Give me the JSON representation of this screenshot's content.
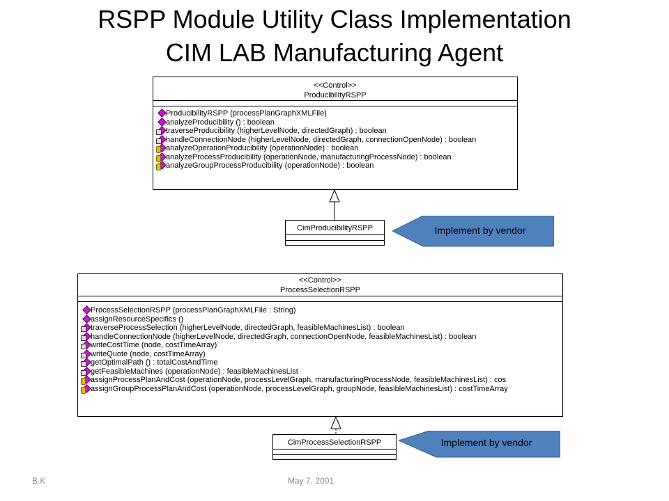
{
  "slide": {
    "title_line1": "RSPP Module Utility Class Implementation",
    "title_line2": "CIM LAB Manufacturing Agent"
  },
  "class1": {
    "stereotype": "<<Control>>",
    "name": "ProducibilityRSPP",
    "methods": [
      {
        "icon": "public-method-icon",
        "text": "ProducibilityRSPP (processPlanGraphXMLFile)"
      },
      {
        "icon": "public-method-icon",
        "text": "analyzeProducibility () : boolean"
      },
      {
        "icon": "private-method-icon",
        "text": "traverseProducibility (higherLevelNode, directedGraph) : boolean"
      },
      {
        "icon": "private-method-icon",
        "text": "handleConnectionNode (higherLevelNode, directedGraph, connectionOpenNode) : boolean"
      },
      {
        "icon": "protected-method-icon",
        "text": "analyzeOperationProducibility (operationNode) : boolean"
      },
      {
        "icon": "protected-method-icon",
        "text": "analyzeProcessProducibility (operationNode, manufacturingProcessNode) : boolean"
      },
      {
        "icon": "protected-method-icon",
        "text": "analyzeGroupProcessProducibility (operationNode) : boolean"
      }
    ]
  },
  "subclass1": {
    "name": "CimProducibilityRSPP"
  },
  "callout1": {
    "text": "Implement by vendor",
    "color": "#4f81bd"
  },
  "class2": {
    "stereotype": "<<Control>>",
    "name": "ProcessSelectionRSPP",
    "methods": [
      {
        "icon": "public-method-icon",
        "text": "ProcessSelectionRSPP (processPlanGraphXMLFile : String)"
      },
      {
        "icon": "public-method-icon",
        "text": "assignResourceSpecifics ()"
      },
      {
        "icon": "private-method-icon",
        "text": "traverseProcessSelection (higherLevelNode, directedGraph, feasibleMachinesList) : boolean"
      },
      {
        "icon": "private-method-icon",
        "text": "handleConnectionNode (higherLevelNode, directedGraph, connectionOpenNode, feasibleMachinesList) : boolean"
      },
      {
        "icon": "private-method-icon",
        "text": "writeCostTime (node, costTimeArray)"
      },
      {
        "icon": "private-method-icon",
        "text": "writeQuote (node, costTimeArray)"
      },
      {
        "icon": "private-method-icon",
        "text": "getOptimalPath () : totalCostAndTime"
      },
      {
        "icon": "private-method-icon",
        "text": "getFeasibleMachines (operationNode) : feasibleMachinesList"
      },
      {
        "icon": "protected-method-icon",
        "text": "assignProcessPlanAndCost (operationNode, processLevelGraph, manufacturingProcessNode, feasibleMachinesList) : cos"
      },
      {
        "icon": "protected-method-icon",
        "text": "assignGroupProcessPlanAndCost (operationNode, processLevelGraph, groupNode, feasibleMachinesList) : costTimeArray"
      }
    ]
  },
  "subclass2": {
    "name": "CimProcessSelectionRSPP"
  },
  "callout2": {
    "text": "Implement by vendor",
    "color": "#4f81bd"
  },
  "footer": {
    "author": "B.K",
    "date": "May 7, 2001"
  }
}
